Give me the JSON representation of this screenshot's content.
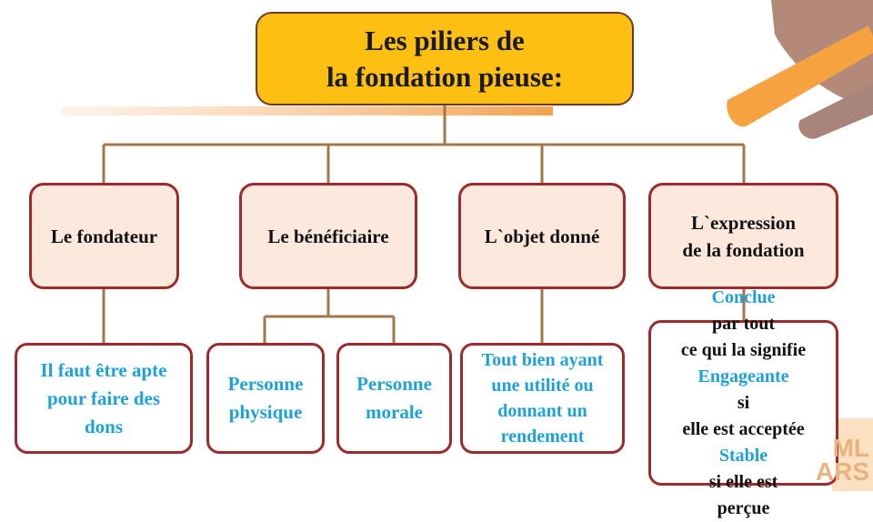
{
  "title": {
    "line1": "Les piliers de",
    "line2": "la fondation pieuse:"
  },
  "pillars": [
    {
      "line1": "Le fondateur"
    },
    {
      "line1": "Le bénéficiaire"
    },
    {
      "line1": "L`objet donné"
    },
    {
      "line1": "L`expression",
      "line2": "de la fondation"
    }
  ],
  "details": {
    "fondateur": [
      "Il faut être apte",
      "pour faire des",
      "dons"
    ],
    "physique": [
      "Personne",
      "physique"
    ],
    "morale": [
      "Personne",
      "morale"
    ],
    "objet": [
      "Tout bien ayant",
      "une utilité ou",
      "donnant un",
      "rendement"
    ],
    "expression": {
      "l1_hl": "Conclue",
      "l1_rest": " par tout",
      "l2": "ce qui la signifie",
      "l3_hl": "Engageante",
      "l3_rest": " si",
      "l4": "elle est acceptée",
      "l5_hl": "Stable",
      "l5_rest": " si elle est",
      "l6": "perçue"
    }
  },
  "logo": {
    "line1": "ML",
    "line2": "ARS"
  },
  "colors": {
    "title_fill": "#fdbf12",
    "pillar_fill": "#fce8dc",
    "border": "#9c2b2b",
    "connector": "#a0784a",
    "highlight": "#1ea1d6"
  }
}
